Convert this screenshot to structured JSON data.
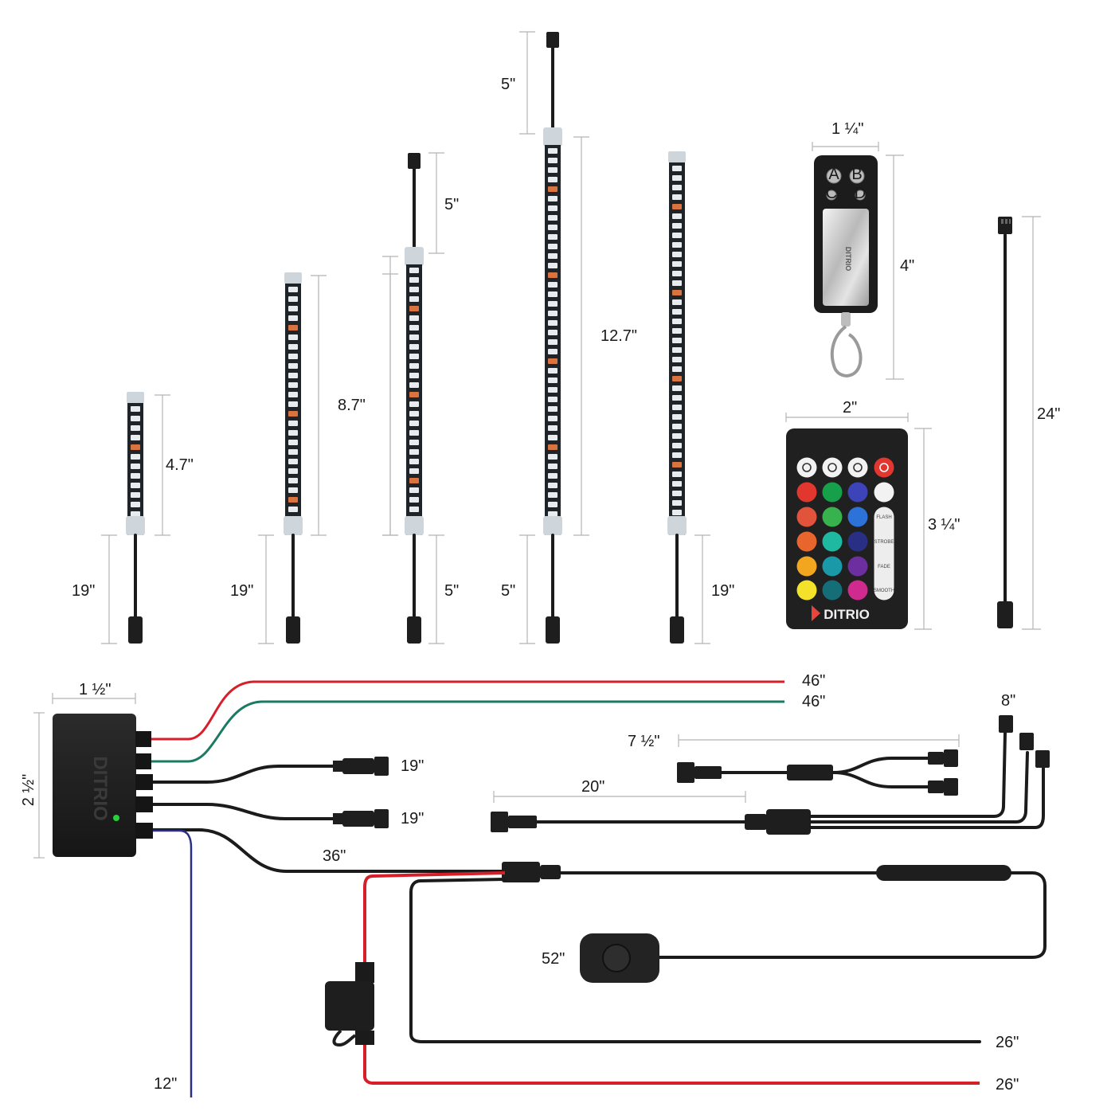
{
  "brand": {
    "name": "DITRIO",
    "color": "#e8453c"
  },
  "colors": {
    "wire_red": "#d71f2a",
    "wire_green": "#1b7a62",
    "wire_blue": "#2a2f86",
    "wire_black": "#1b1b1b",
    "strip_body": "#1f2429",
    "led_white": "#e9ecef",
    "led_amber": "#d9733f",
    "status_led": "#27d13a"
  },
  "strips": [
    {
      "length_label": "4.7\"",
      "lead_label": "19\""
    },
    {
      "length_label": "8.7\"",
      "lead_label": "19\""
    },
    {
      "length_label": "",
      "top_lead_label": "5\"",
      "lead_label": "5\""
    },
    {
      "length_label": "12.7\"",
      "top_lead_label": "5\"",
      "lead_label": "5\""
    },
    {
      "length_label": "",
      "lead_label": "19\""
    }
  ],
  "extension_cable": {
    "length_label": "24\""
  },
  "key_fob_remote": {
    "width_label": "1 ¼\"",
    "height_label": "4\"",
    "buttons": [
      "A",
      "B",
      "C",
      "D"
    ]
  },
  "ir_remote": {
    "width_label": "2\"",
    "height_label": "3 ¼\"",
    "icons": [
      "brightness-up-icon",
      "brightness-down-icon",
      "settings-icon",
      "power-icon"
    ],
    "color_keys": [
      [
        "#e2372f",
        "#17a04a",
        "#3d43b8"
      ],
      [
        "#e2533c",
        "#37b24d",
        "#2c72d8"
      ],
      [
        "#e8652e",
        "#1fb8a0",
        "#2a2f86"
      ],
      [
        "#f2a51e",
        "#1a99a8",
        "#6d2ea0"
      ],
      [
        "#f4e12a",
        "#146d77",
        "#cf2a8e"
      ]
    ],
    "mode_buttons": [
      "FLASH",
      "STROBE",
      "FADE",
      "SMOOTH"
    ]
  },
  "control_box": {
    "width_label": "1 ½\"",
    "height_label": "2 ½\""
  },
  "wiring": {
    "red_wire_label": "46\"",
    "green_wire_label": "46\"",
    "output_1_label": "19\"",
    "output_2_label": "19\"",
    "main_cable_label": "36\"",
    "blue_wire_label": "12\"",
    "splitter_label": "7 ½\"",
    "y_cable_label": "20\"",
    "tails_label": "8\"",
    "switch_cable_label": "52\"",
    "black_power_label": "26\"",
    "red_power_label": "26\""
  }
}
